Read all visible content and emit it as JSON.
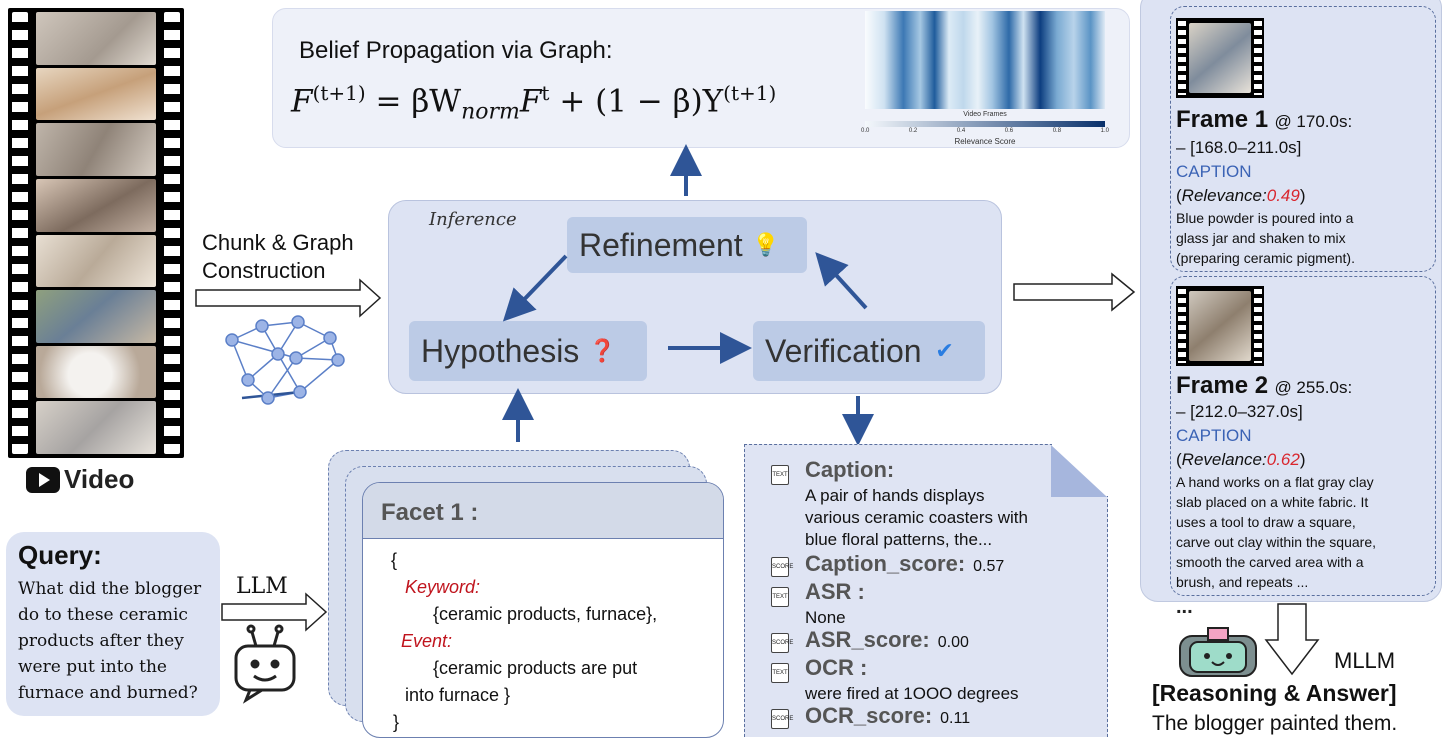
{
  "video": {
    "label": "Video"
  },
  "chunk_label_line1": "Chunk & Graph",
  "chunk_label_line2": "Construction",
  "belief": {
    "title": "Belief Propagation via Graph:",
    "formula_lhs": "F",
    "formula_lhs_sup": "(t+1)",
    "formula_eq": " = βW",
    "formula_sub": "norm",
    "formula_f": "F",
    "formula_f_sup": "t",
    "formula_rest": " + (1 − β)Y",
    "formula_rest_sup": "(t+1)",
    "heatmap_caption": "Video Frames",
    "colorbar_label": "Relevance Score",
    "colorbar_ticks": [
      "0.0",
      "0.2",
      "0.4",
      "0.6",
      "0.8",
      "1.0"
    ]
  },
  "inference": {
    "label": "Inference",
    "refinement": "Refinement",
    "hypothesis": "Hypothesis",
    "verification": "Verification"
  },
  "facet": {
    "title": "Facet 1 :",
    "open_brace": "{",
    "keyword_label": "Keyword:",
    "keyword_value": "{ceramic products, furnace},",
    "event_label": "Event:",
    "event_value_line1": "{ceramic products are put",
    "event_value_line2": "into furnace }",
    "close_brace": "}"
  },
  "evidence": {
    "caption_label": "Caption:",
    "caption_line1": "A pair of hands displays",
    "caption_line2": "various ceramic coasters with",
    "caption_line3": "blue floral patterns, the...",
    "caption_score_label": "Caption_score:",
    "caption_score": "0.57",
    "asr_label": "ASR :",
    "asr_value": "None",
    "asr_score_label": "ASR_score:",
    "asr_score": "0.00",
    "ocr_label": "OCR :",
    "ocr_value": "were fired at 1OOO degrees",
    "ocr_score_label": "OCR_score:",
    "ocr_score": "0.11",
    "icon_text": "TEXT",
    "icon_score": "SCORE"
  },
  "query": {
    "title": "Query:",
    "line1": "What did the blogger",
    "line2": "do to these ceramic",
    "line3": "products after they",
    "line4": "were put into the",
    "line5": "furnace and burned?"
  },
  "llm_label": "LLM",
  "frames": [
    {
      "title": "Frame 1",
      "at": "@ 170.0s:",
      "range": "– [168.0–211.0s]",
      "caption": "CAPTION",
      "rel_label": "Relevance:",
      "rel_value": "0.49",
      "desc_line1": "Blue powder is poured into a",
      "desc_line2": "glass jar and shaken to mix",
      "desc_line3": "(preparing ceramic pigment)."
    },
    {
      "title": "Frame 2",
      "at": "@ 255.0s:",
      "range": "– [212.0–327.0s]",
      "caption": "CAPTION",
      "rel_label": "Revelance:",
      "rel_value": "0.62",
      "desc_line1": "A hand works on a flat gray clay",
      "desc_line2": "slab placed on a white fabric. It",
      "desc_line3": "uses a tool to draw a square,",
      "desc_line4": "carve out clay within the square,",
      "desc_line5": "smooth the carved area with a",
      "desc_line6": "brush, and repeats ..."
    }
  ],
  "ellipsis": "...",
  "mllm_label": "MLLM",
  "reasoning": "[Reasoning & Answer]",
  "answer": "The blogger painted them."
}
